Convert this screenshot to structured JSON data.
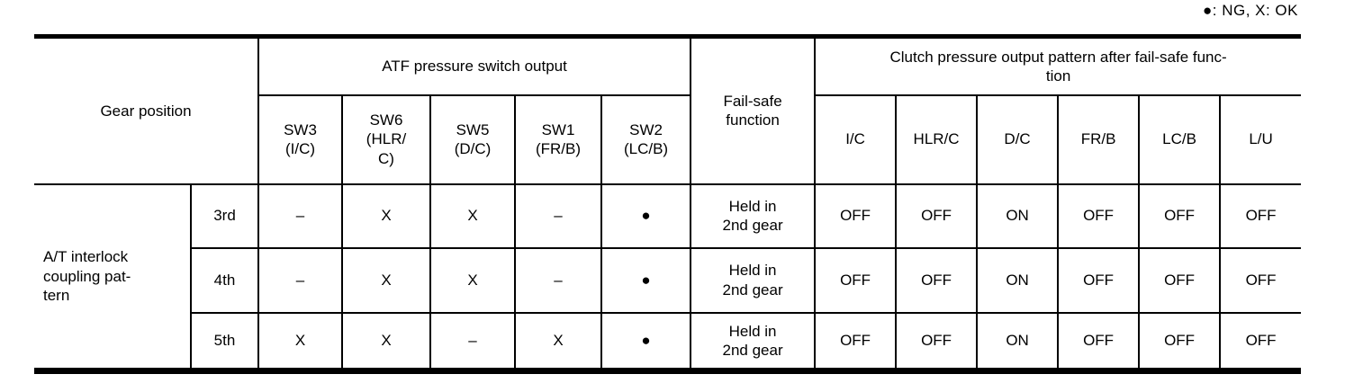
{
  "legend": "●: NG, X: OK",
  "table": {
    "header": {
      "gear_position": "Gear position",
      "atf_group": "ATF pressure switch output",
      "sw_columns": [
        "SW3\n(I/C)",
        "SW6\n(HLR/\nC)",
        "SW5\n(D/C)",
        "SW1\n(FR/B)",
        "SW2\n(LC/B)"
      ],
      "fail_safe": "Fail-safe\nfunction",
      "clutch_group": "Clutch pressure output pattern after fail-safe func-\ntion",
      "clutch_columns": [
        "I/C",
        "HLR/C",
        "D/C",
        "FR/B",
        "LC/B",
        "L/U"
      ]
    },
    "row_group_label": "A/T interlock\ncoupling pat-\ntern",
    "rows": [
      {
        "gear": "3rd",
        "sw": [
          "–",
          "X",
          "X",
          "–",
          "●"
        ],
        "fail_safe": "Held in\n2nd gear",
        "clutch": [
          "OFF",
          "OFF",
          "ON",
          "OFF",
          "OFF",
          "OFF"
        ]
      },
      {
        "gear": "4th",
        "sw": [
          "–",
          "X",
          "X",
          "–",
          "●"
        ],
        "fail_safe": "Held in\n2nd gear",
        "clutch": [
          "OFF",
          "OFF",
          "ON",
          "OFF",
          "OFF",
          "OFF"
        ]
      },
      {
        "gear": "5th",
        "sw": [
          "X",
          "X",
          "–",
          "X",
          "●"
        ],
        "fail_safe": "Held in\n2nd gear",
        "clutch": [
          "OFF",
          "OFF",
          "ON",
          "OFF",
          "OFF",
          "OFF"
        ]
      }
    ]
  },
  "colors": {
    "text": "#000000",
    "border": "#000000",
    "background": "#ffffff"
  }
}
